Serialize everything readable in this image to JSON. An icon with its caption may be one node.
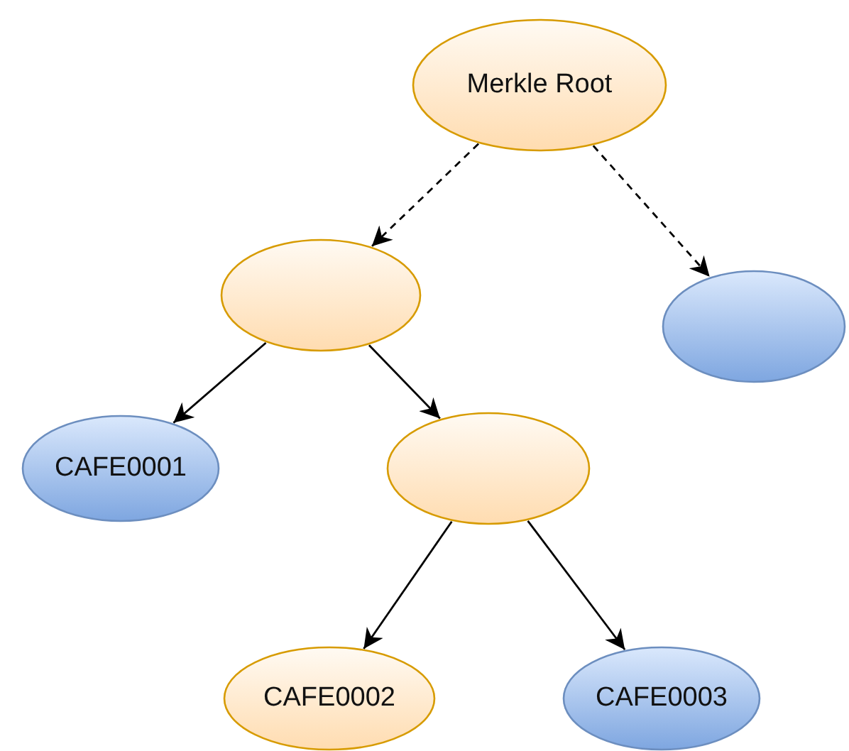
{
  "diagram": {
    "nodes": [
      {
        "text": [
          "Merkle Root"
        ]
      },
      {
        "text": [],
        "shape": "ellipse"
      },
      {
        "text": [],
        "shape": "ellipse"
      },
      {
        "text": [
          "CAFE0001"
        ]
      },
      {
        "text": [],
        "shape": "ellipse"
      },
      {
        "text": [
          "CAFE0002"
        ]
      },
      {
        "text": [
          "CAFE0003"
        ]
      }
    ],
    "edges": [
      {
        "from": 0,
        "to": 1,
        "arrow": "to",
        "style": "dashed"
      },
      {
        "from": 0,
        "to": 2,
        "arrow": "to",
        "style": "dashed"
      },
      {
        "from": 1,
        "to": 3,
        "arrow": "to"
      },
      {
        "from": 1,
        "to": 4,
        "arrow": "to"
      },
      {
        "from": 4,
        "to": 5,
        "arrow": "to"
      },
      {
        "from": 4,
        "to": 6,
        "arrow": "to"
      }
    ]
  }
}
